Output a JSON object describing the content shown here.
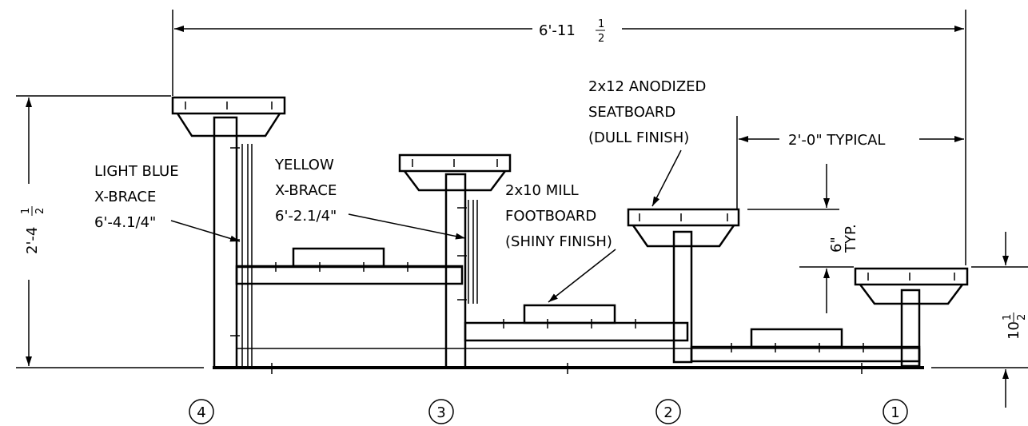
{
  "dimensions": {
    "overall_width": "6'-11",
    "overall_width_frac_num": "1",
    "overall_width_frac_den": "2",
    "overall_height": "2'-4",
    "overall_height_frac_num": "1",
    "overall_height_frac_den": "2",
    "row_spacing": "2'-0\" TYPICAL",
    "row_rise": "6\"",
    "row_rise_note": "TYP.",
    "first_row_height": "10",
    "first_row_height_frac_num": "1",
    "first_row_height_frac_den": "2"
  },
  "callouts": {
    "seatboard": [
      "2x12 ANODIZED",
      "SEATBOARD",
      "(DULL FINISH)"
    ],
    "footboard": [
      "2x10 MILL",
      "FOOTBOARD",
      "(SHINY FINISH)"
    ],
    "light_blue_brace": [
      "LIGHT BLUE",
      "X-BRACE",
      "6'-4.1/4\""
    ],
    "yellow_brace": [
      "YELLOW",
      "X-BRACE",
      "6'-2.1/4\""
    ]
  },
  "rows": [
    "4",
    "3",
    "2",
    "1"
  ]
}
